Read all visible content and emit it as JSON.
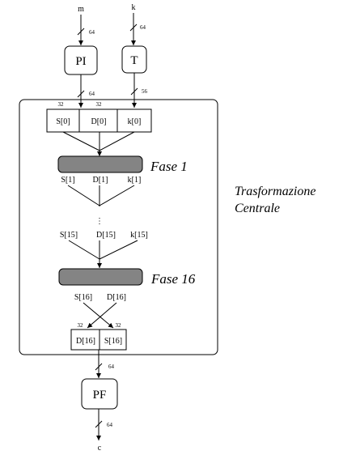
{
  "inputs": {
    "message": "m",
    "key": "k"
  },
  "output": "c",
  "widths": {
    "m_in": "64",
    "k_in": "64",
    "pi_out": "64",
    "t_out": "56",
    "half_in_left": "32",
    "half_in_right": "32",
    "half_out_left": "32",
    "half_out_right": "32",
    "pf_in": "64",
    "pf_out": "64"
  },
  "boxes": {
    "initial_permutation": "PI",
    "key_transform": "T",
    "final_permutation": "PF"
  },
  "register_in": [
    "S[0]",
    "D[0]",
    "k[0]"
  ],
  "stage1_labels": [
    "S[1]",
    "D[1]",
    "k[1]"
  ],
  "stage15_labels": [
    "S[15]",
    "D[15]",
    "k[15]"
  ],
  "stage16_labels": [
    "S[16]",
    "D[16]"
  ],
  "register_out": [
    "D[16]",
    "S[16]"
  ],
  "phases": {
    "first": "Fase 1",
    "last": "Fase 16"
  },
  "central_label": {
    "line1": "Trasformazione",
    "line2": "Centrale"
  },
  "ellipsis": "⋮",
  "colors": {
    "phase_fill": "#848484",
    "stroke": "#000000"
  }
}
